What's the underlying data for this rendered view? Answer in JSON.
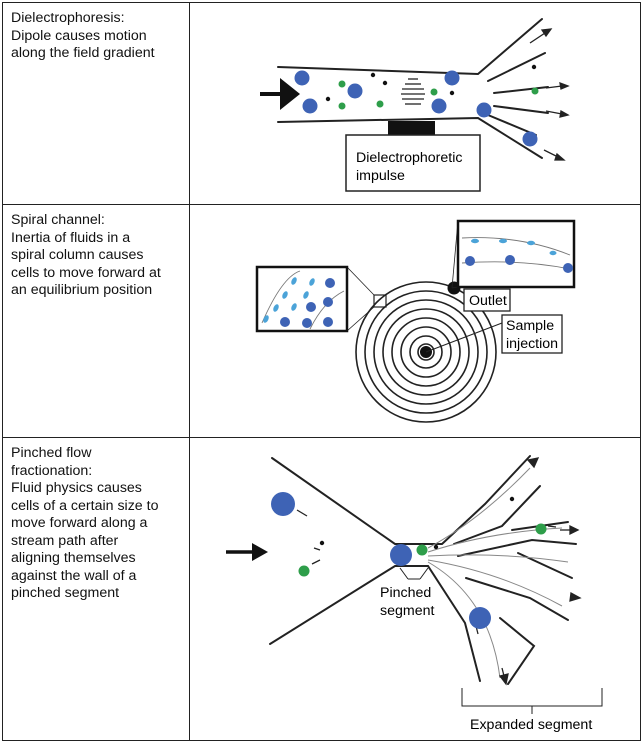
{
  "rows": [
    {
      "lines": [
        "Dielectrophoresis:",
        "Dipole causes motion",
        "along the field gradient"
      ],
      "labels": {
        "impulse_line1": "Dielectrophoretic",
        "impulse_line2": "impulse"
      }
    },
    {
      "lines": [
        "Spiral channel:",
        "Inertia of fluids in a",
        "spiral column causes",
        "cells to move forward at",
        "an equilibrium position"
      ],
      "labels": {
        "outlet": "Outlet",
        "sample_line1": "Sample",
        "sample_line2": "injection"
      }
    },
    {
      "lines": [
        "Pinched flow",
        "fractionation:",
        "Fluid physics causes",
        "cells of a certain size to",
        "move forward along a",
        "stream path after",
        "aligning themselves",
        "against the wall of a",
        "pinched segment"
      ],
      "labels": {
        "pinched_line1": "Pinched",
        "pinched_line2": "segment",
        "expanded": "Expanded segment"
      }
    }
  ],
  "colors": {
    "blue_cell": "#3e63b5",
    "green_cell": "#2e9e4a",
    "light_blue_cell": "#4ba3d8",
    "stroke": "#222222"
  }
}
